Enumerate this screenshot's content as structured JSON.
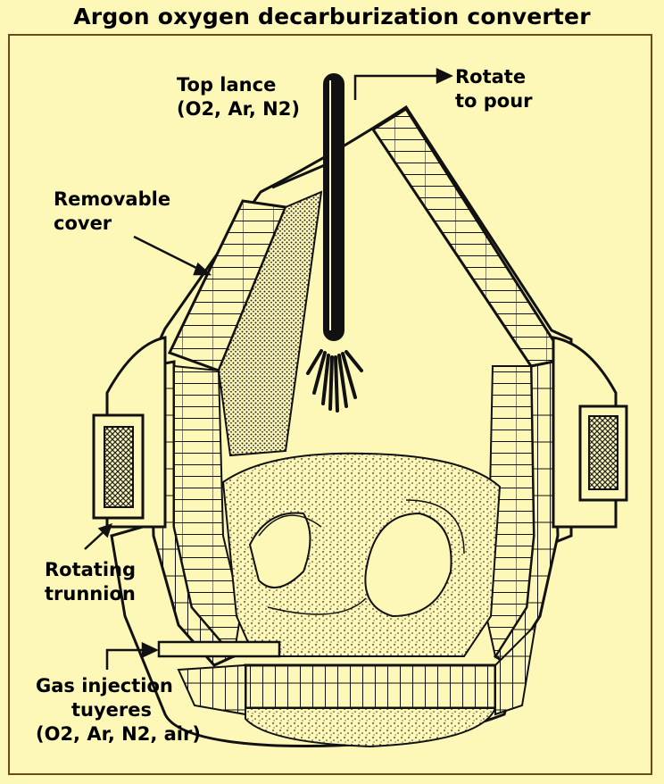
{
  "title": "Argon oxygen decarburization converter",
  "labels": {
    "top_lance": [
      "Top lance",
      "(O2, Ar, N2)"
    ],
    "rotate": [
      "Rotate",
      "to pour"
    ],
    "cover": [
      "Removable",
      "cover"
    ],
    "trunnion": [
      "Rotating",
      "trunnion"
    ],
    "tuyeres": [
      "Gas injection",
      "tuyeres",
      "(O2, Ar, N2, air)"
    ]
  },
  "colors": {
    "background": "#fdf7b8",
    "frame": "#6e4a1a",
    "ink": "#111111"
  }
}
